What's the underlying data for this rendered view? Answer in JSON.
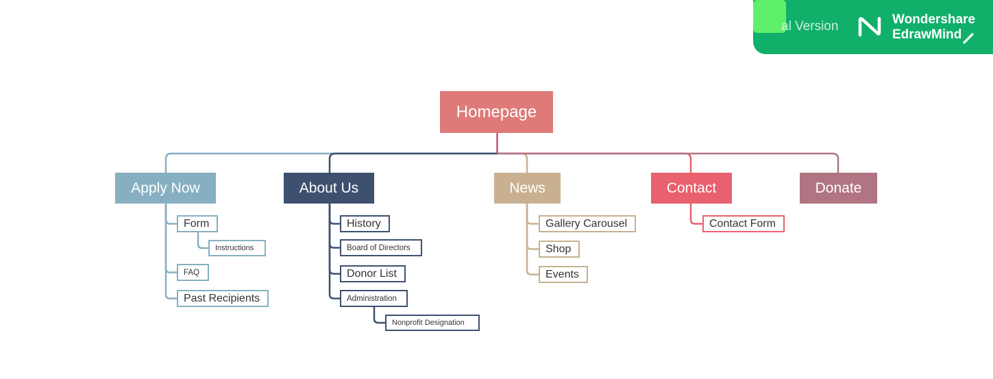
{
  "diagram": {
    "root": {
      "label": "Homepage",
      "color": "#de7b78"
    },
    "branches": [
      {
        "id": "apply-now",
        "label": "Apply Now",
        "color": "#87afc2",
        "children": [
          {
            "label": "Form",
            "children": [
              {
                "label": "Instructions"
              }
            ]
          },
          {
            "label": "FAQ"
          },
          {
            "label": "Past Recipients"
          }
        ]
      },
      {
        "id": "about-us",
        "label": "About Us",
        "color": "#3d5070",
        "children": [
          {
            "label": "History"
          },
          {
            "label": "Board of Directors"
          },
          {
            "label": "Donor List"
          },
          {
            "label": "Administration",
            "children": [
              {
                "label": "Nonprofit Designation"
              }
            ]
          }
        ]
      },
      {
        "id": "news",
        "label": "News",
        "color": "#c8b091",
        "children": [
          {
            "label": "Gallery Carousel"
          },
          {
            "label": "Shop"
          },
          {
            "label": "Events"
          }
        ]
      },
      {
        "id": "contact",
        "label": "Contact",
        "color": "#e9606e",
        "children": [
          {
            "label": "Contact Form"
          }
        ]
      },
      {
        "id": "donate",
        "label": "Donate",
        "color": "#b07483",
        "children": []
      }
    ]
  },
  "watermark": {
    "trial_text": "al Version",
    "brand_line1": "Wondershare",
    "brand_line2": "EdrawMind",
    "color": "#10b06a",
    "accent_color": "#5ef06a"
  }
}
